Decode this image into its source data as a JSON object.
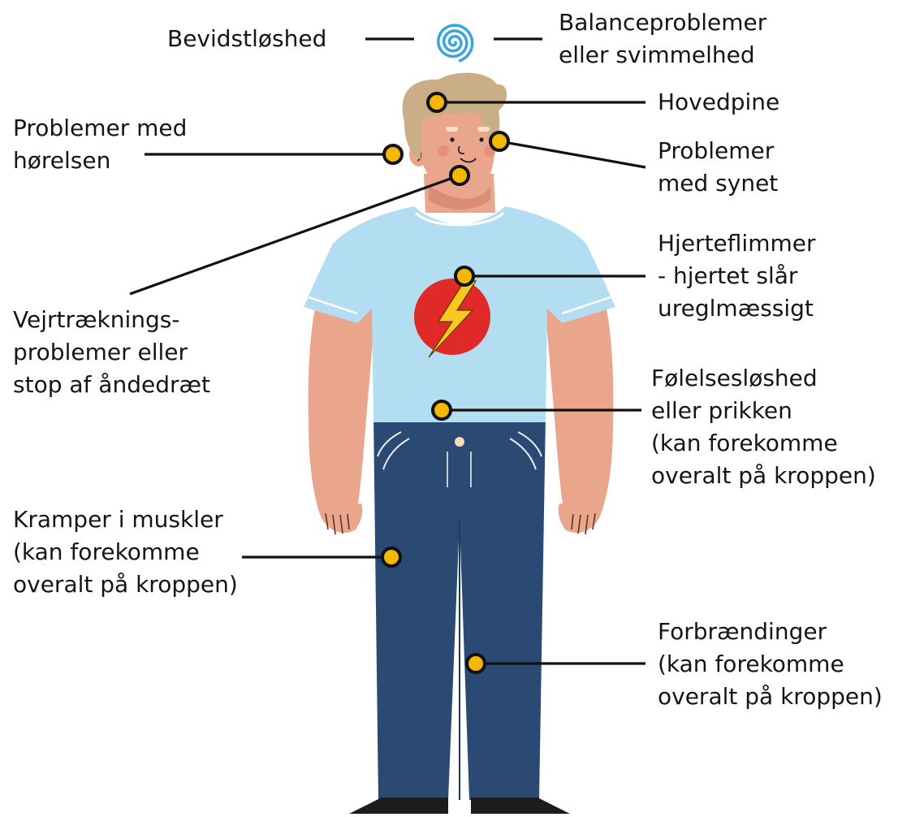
{
  "colors": {
    "marker_fill": "#f5b800",
    "marker_stroke": "#111111",
    "shirt": "#b3ddf1",
    "jeans": "#2b4a73",
    "skin": "#eaa68d",
    "hair": "#c9ae86",
    "emblem_red": "#df2a27",
    "bolt_yellow": "#f7c81d",
    "spiral": "#3aa5dd"
  },
  "icons": {
    "dizziness": "spiral-icon",
    "marker": "dot-marker-icon",
    "shirt_logo": "lightning-bolt-icon"
  },
  "symptoms": {
    "unconsciousness": {
      "lines": [
        "Bevidstløshed"
      ]
    },
    "balance": {
      "lines": [
        "Balanceproblemer",
        "eller svimmelhed"
      ]
    },
    "headache": {
      "lines": [
        "Hovedpine"
      ]
    },
    "hearing": {
      "lines": [
        "Problemer med",
        "hørelsen"
      ]
    },
    "vision": {
      "lines": [
        "Problemer",
        "med synet"
      ]
    },
    "heart": {
      "lines": [
        "Hjerteflimmer",
        "- hjertet slår",
        "ureglmæssigt"
      ]
    },
    "breathing": {
      "lines": [
        "Vejrtræknings-",
        "problemer eller",
        "stop af åndedræt"
      ]
    },
    "numbness": {
      "lines": [
        "Følelsesløshed",
        "eller prikken",
        "(kan forekomme",
        "overalt på kroppen)"
      ]
    },
    "cramps": {
      "lines": [
        "Kramper i muskler",
        "(kan forekomme",
        "overalt på kroppen)"
      ]
    },
    "burns": {
      "lines": [
        "Forbrændinger",
        "(kan forekomme",
        "overalt på kroppen)"
      ]
    }
  }
}
